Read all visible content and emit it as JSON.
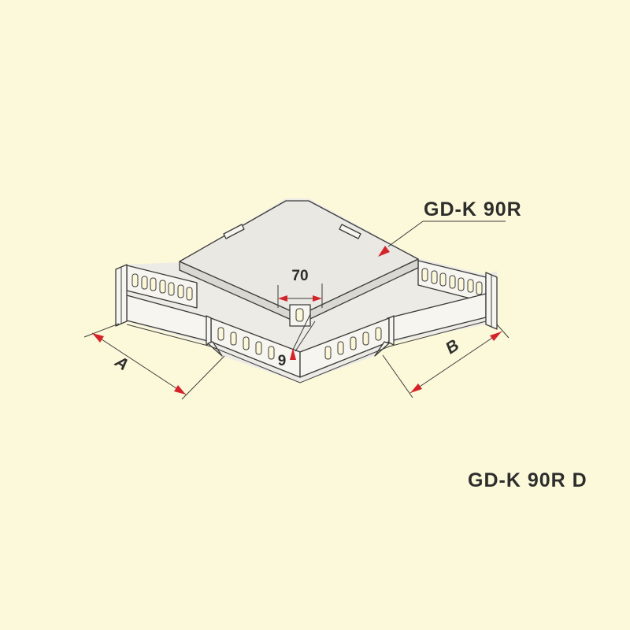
{
  "diagram": {
    "type": "technical-drawing",
    "product_callout": "GD-K 90R",
    "caption": "GD-K 90R D",
    "dimensions": {
      "center_width_mm": "70",
      "center_height_mm": "9",
      "leg_length_left": "A",
      "leg_length_right": "B"
    },
    "colors": {
      "background": "#FCF8DA",
      "line": "#3B3B3A",
      "dimension_red": "#D5232A",
      "surface_light": "#E9E8E2",
      "surface_shadow": "#D9D8D2",
      "surface_white": "#F6F5F0"
    }
  }
}
